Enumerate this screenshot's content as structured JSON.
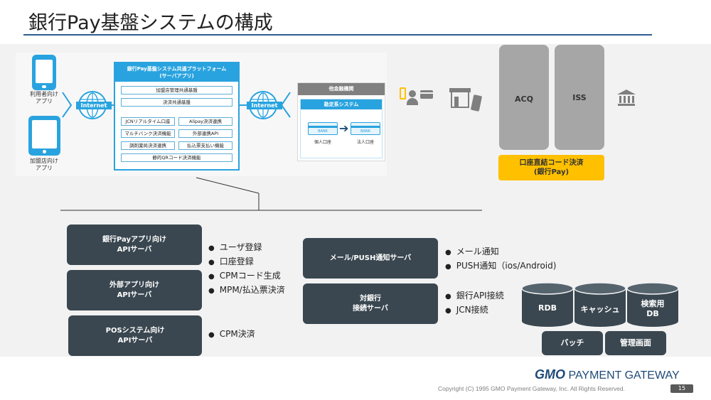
{
  "title": "銀行Pay基盤システムの構成",
  "user_app": {
    "label": "利用者向け\nアプリ"
  },
  "merchant_app": {
    "label": "加盟店向け\nアプリ"
  },
  "internet_label": "Internet",
  "platform": {
    "title": "銀行Pay基盤システム共通プラットフォーム",
    "subtitle": "(サーバアプリ)",
    "rows_full": [
      "加盟店管理共通基盤",
      "決済共通基盤"
    ],
    "rows_pair": [
      [
        "JCNリアルタイム口座",
        "Alipay決済連携"
      ],
      [
        "マルチバンク決済機能",
        "外部連携API"
      ],
      [
        "調剤薬局決済連携",
        "払込票支払い機能"
      ]
    ],
    "row_last": "静的QRコード決済機能"
  },
  "finance": {
    "title": "他金融機関",
    "subtitle": "勘定系システム",
    "bank_label": "BANK",
    "account_from": "個人口座",
    "account_to": "法人口座"
  },
  "pillars": [
    "ACQ",
    "ISS"
  ],
  "yellow_box": "口座直結コード決済\n(銀行Pay)",
  "servers_left": [
    "銀行Payアプリ向け\nAPIサーバ",
    "外部アプリ向け\nAPIサーバ",
    "POSシステム向け\nAPIサーバ"
  ],
  "bullets_top": [
    "ユーザ登録",
    "口座登録",
    "CPMコード生成",
    "MPM/払込票決済"
  ],
  "bullets_pos": [
    "CPM決済"
  ],
  "servers_mid": [
    "メール/PUSH通知サーバ",
    "対銀行\n接続サーバ"
  ],
  "bullets_mail": [
    "メール通知",
    "PUSH通知（ios/Android)"
  ],
  "bullets_bank": [
    "銀行API接続",
    "JCN接続"
  ],
  "databases": [
    "RDB",
    "キャッシュ",
    "検索用\nDB"
  ],
  "bottom_boxes": [
    "バッチ",
    "管理画面"
  ],
  "footer": {
    "logo_gmo": "GMO",
    "logo_rest": "PAYMENT GATEWAY",
    "copyright": "Copyright (C) 1995 GMO Payment Gateway, Inc. All Rights Reserved.",
    "page": "15"
  },
  "colors": {
    "accent": "#29a3df",
    "server": "#3a4750",
    "highlight": "#ffc000",
    "title_rule": "#2e5f8e"
  }
}
